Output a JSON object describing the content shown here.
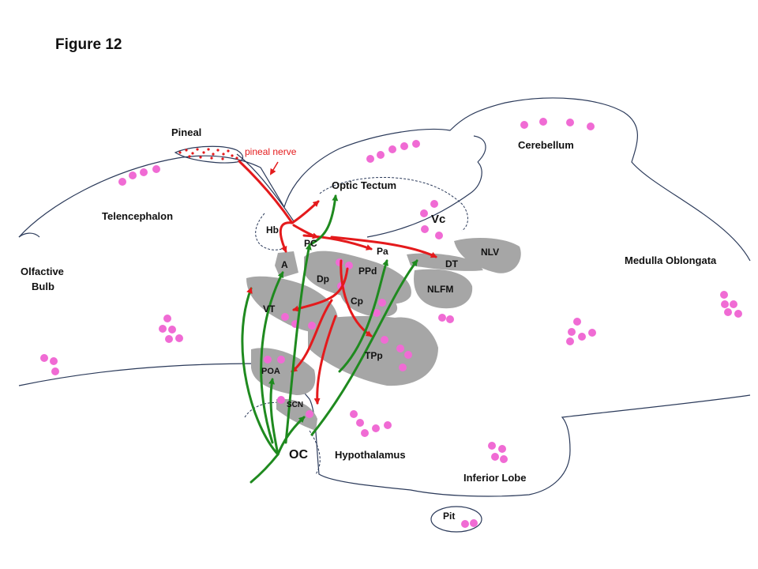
{
  "figure_title": "Figure 12",
  "colors": {
    "nucleus_fill": "#a6a6a6",
    "outline": "#2b3a5a",
    "pink_dot": "#f06bd4",
    "red_path": "#e41a1c",
    "green_path": "#1f8a1f",
    "red_label": "#e41a1c"
  },
  "regions": {
    "olfactive_bulb_line1": "Olfactive",
    "olfactive_bulb_line2": "Bulb",
    "telencephalon": "Telencephalon",
    "pineal": "Pineal",
    "pineal_nerve": "pineal nerve",
    "optic_tectum": "Optic Tectum",
    "cerebellum": "Cerebellum",
    "medulla_oblongata": "Medulla Oblongata",
    "hypothalamus": "Hypothalamus",
    "inferior_lobe": "Inferior Lobe",
    "pit": "Pit",
    "oc": "OC"
  },
  "nuclei": {
    "hb": "Hb",
    "pc": "PC",
    "pa": "Pa",
    "dt": "DT",
    "nlv": "NLV",
    "nlfm": "NLFM",
    "a": "A",
    "dp": "Dp",
    "ppd": "PPd",
    "cp": "Cp",
    "vt": "VT",
    "tpp": "TPp",
    "poa": "POA",
    "scn": "SCN",
    "vc": "Vc"
  }
}
